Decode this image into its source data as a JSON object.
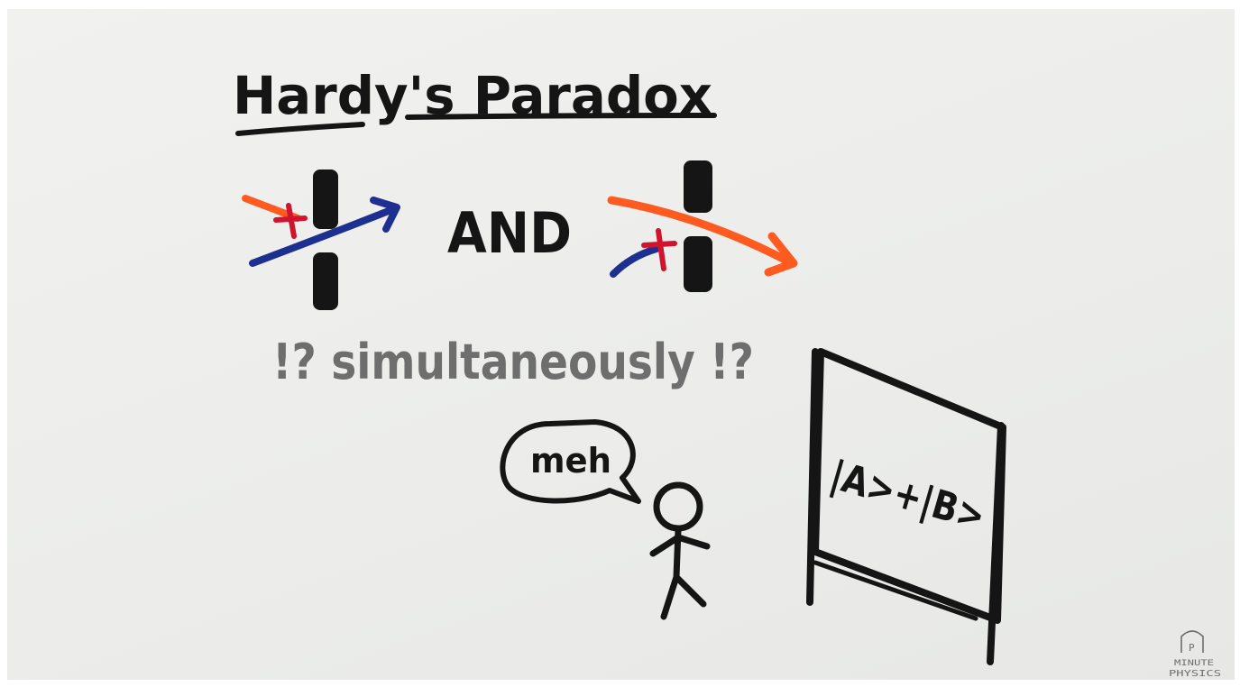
{
  "title": "Hardy's Paradox",
  "connector": "AND",
  "subtitle": "!? simultaneously !?",
  "speech_bubble": "meh",
  "board_text": "|A>+|B>",
  "logo": {
    "line1": "MINUTE",
    "line2": "PHYSICS",
    "monogram": "P"
  },
  "colors": {
    "ink": "#151515",
    "orange": "#ff5a1f",
    "blue": "#1d2f8f",
    "red": "#d0142d",
    "pencil": "#6e6e6e"
  }
}
